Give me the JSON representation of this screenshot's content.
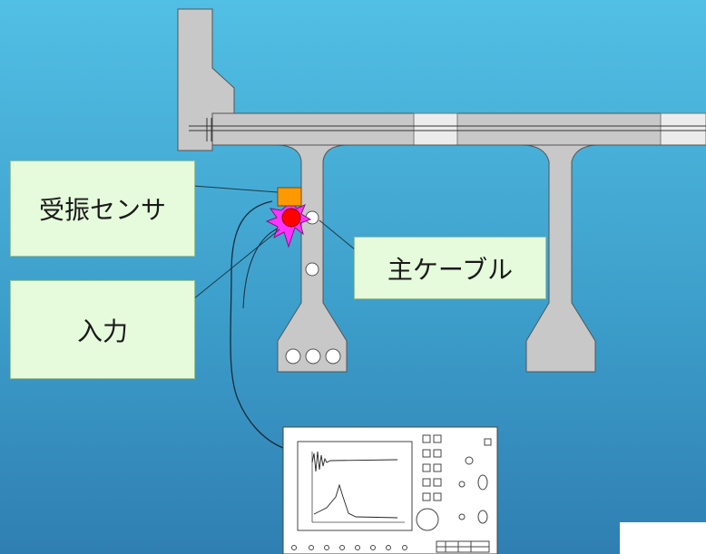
{
  "labels": {
    "sensor": "受振センサ",
    "input": "入力",
    "main_cable": "主ケーブル"
  },
  "colors": {
    "background_top": "#52bfe4",
    "background_bottom": "#2f7fb2",
    "concrete": "#c8c8c8",
    "label_fill": "#e6fbdc",
    "sensor": "#ff9900",
    "impact_burst": "#ff33ff",
    "impact_point": "#ff0000"
  },
  "icons": {
    "sensor": "orange-square-sensor-icon",
    "impact": "magenta-starburst-icon",
    "instrument": "oscilloscope-analyzer-icon"
  }
}
